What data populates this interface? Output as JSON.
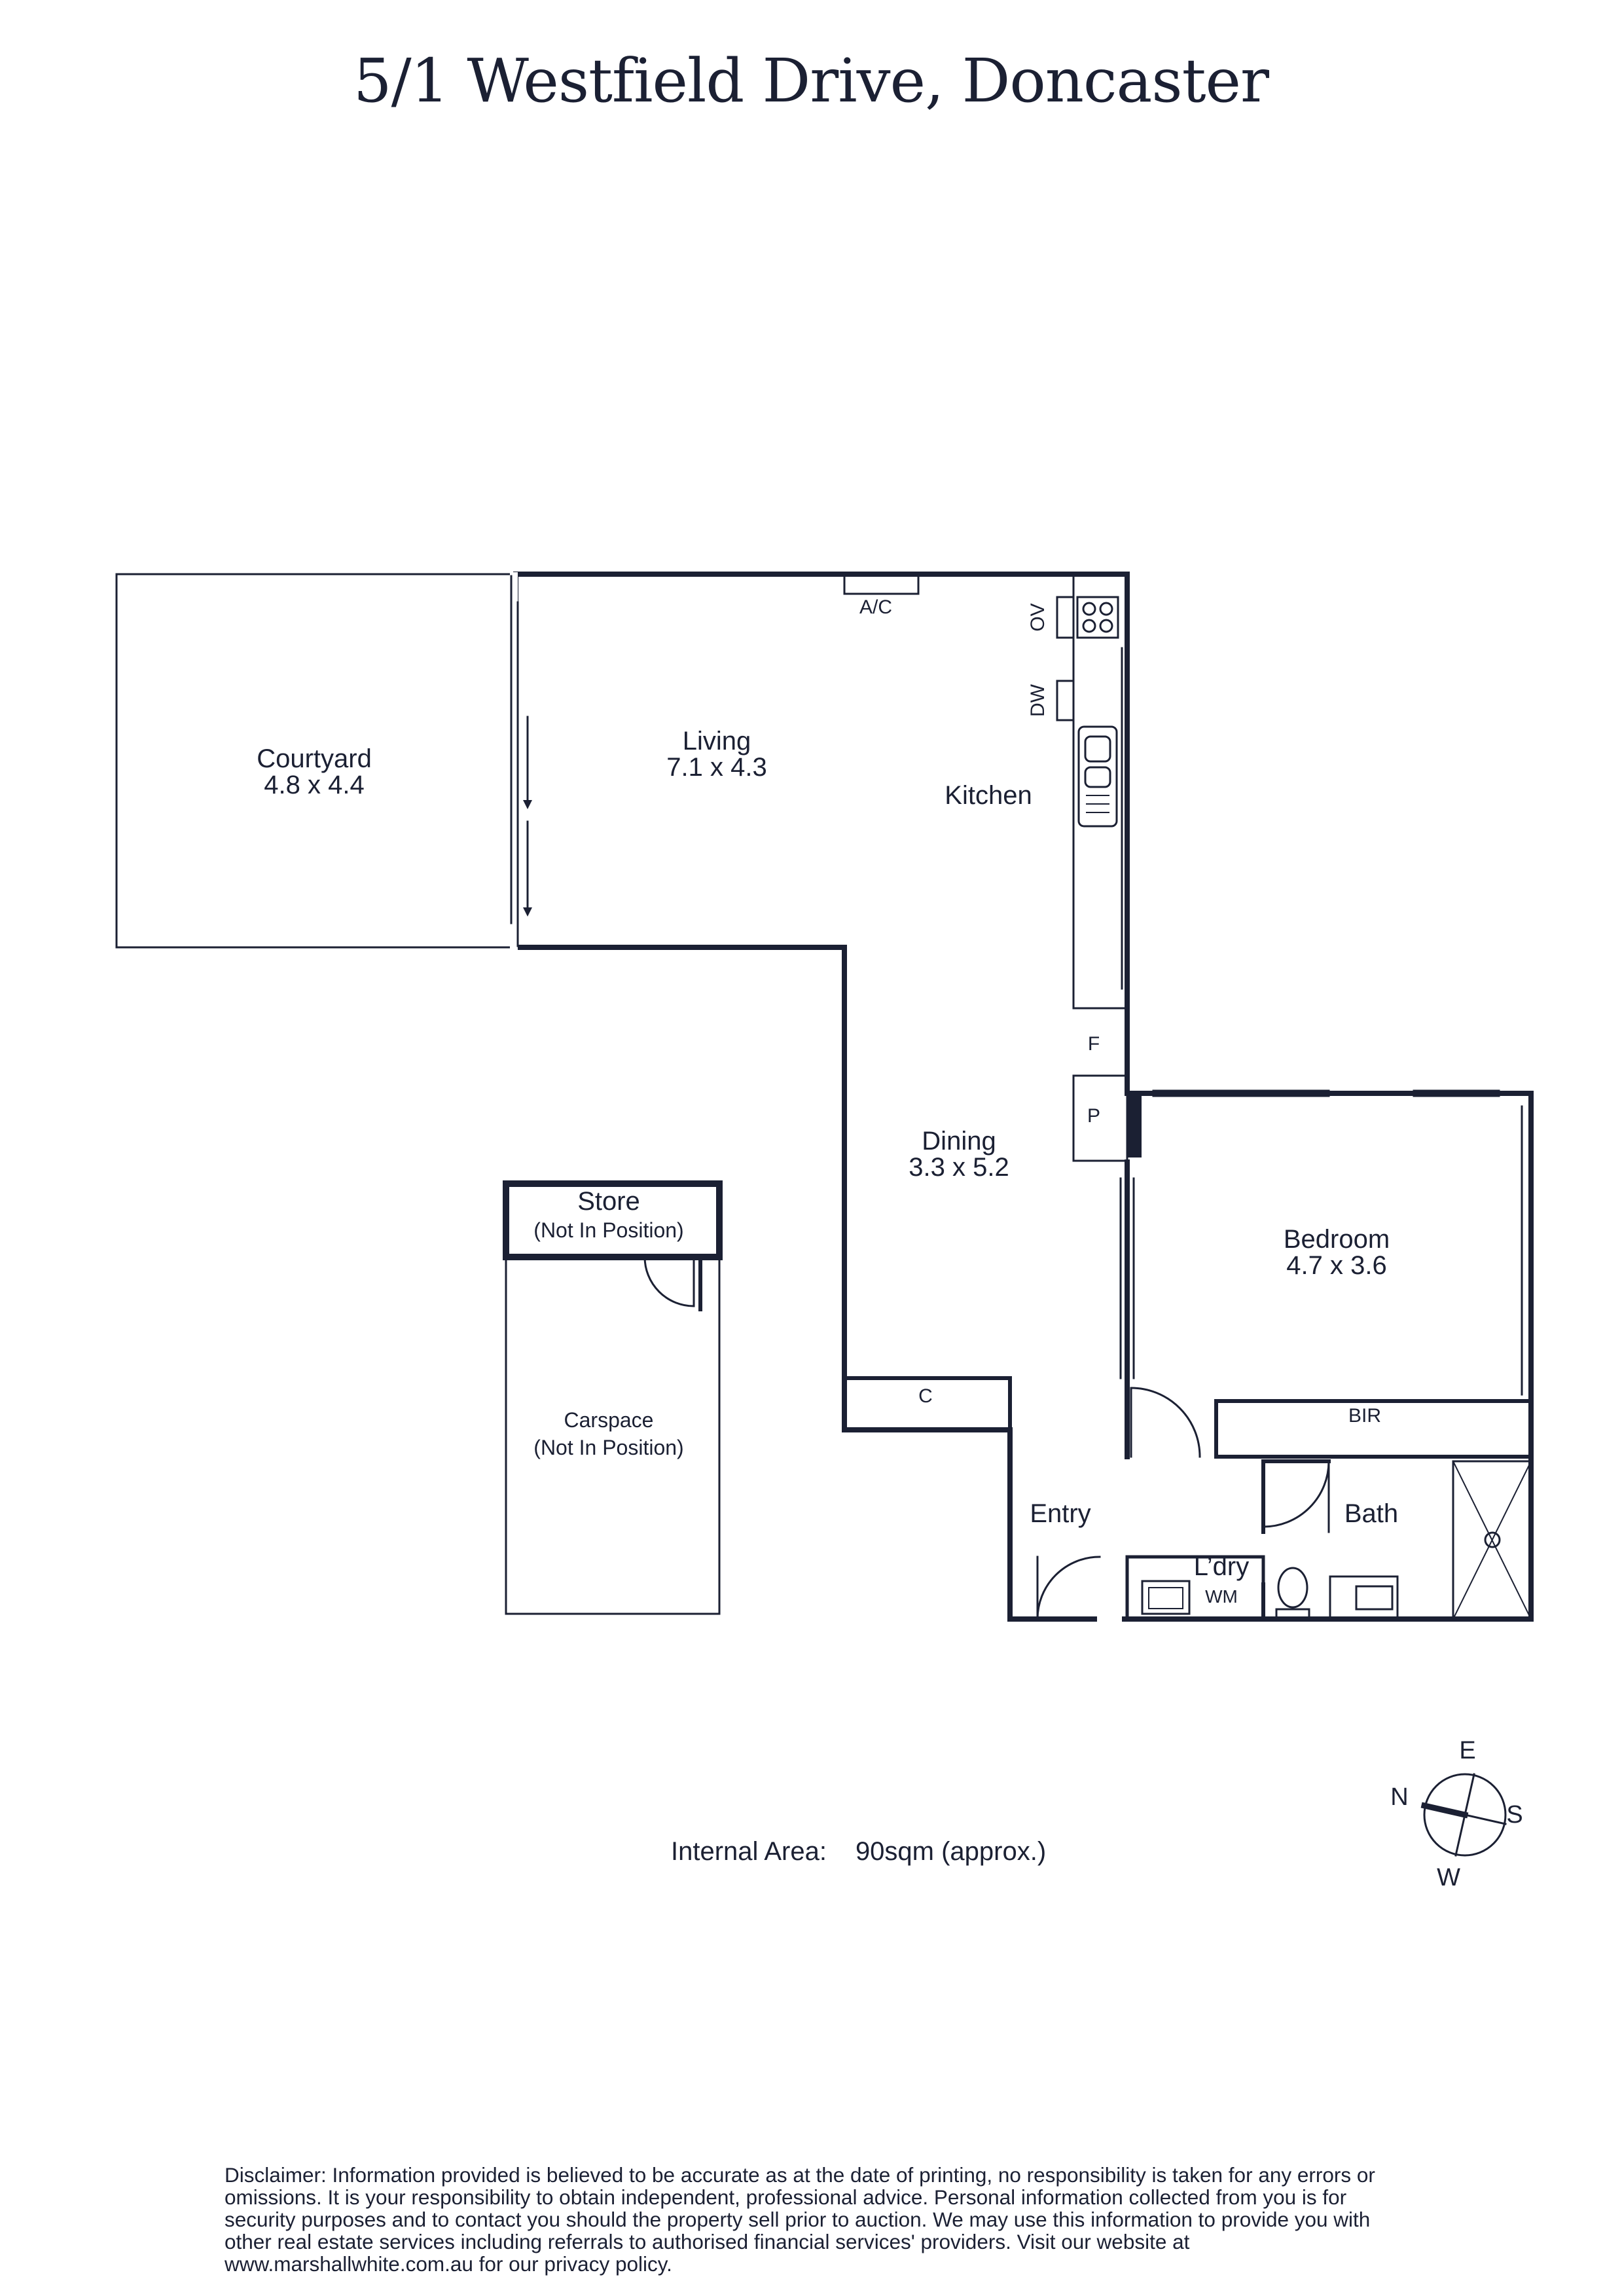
{
  "title": "5/1 Westfield Drive, Doncaster",
  "rooms": {
    "courtyard": {
      "name": "Courtyard",
      "dims": "4.8 x 4.4"
    },
    "living": {
      "name": "Living",
      "dims": "7.1 x 4.3"
    },
    "kitchen": {
      "name": "Kitchen"
    },
    "dining": {
      "name": "Dining",
      "dims": "3.3 x 5.2"
    },
    "bedroom": {
      "name": "Bedroom",
      "dims": "4.7 x 3.6"
    },
    "store": {
      "name": "Store",
      "note": "(Not In Position)"
    },
    "carspace": {
      "name": "Carspace",
      "note": "(Not In Position)"
    },
    "entry": {
      "name": "Entry"
    },
    "bath": {
      "name": "Bath"
    },
    "laundry": {
      "name": "L’dry",
      "appliance": "WM"
    }
  },
  "fixtures": {
    "ac": "A/C",
    "oven": "OV",
    "dishwasher": "DW",
    "fridge": "F",
    "pantry": "P",
    "cupboard": "C",
    "bir": "BIR"
  },
  "compass": {
    "n": "N",
    "e": "E",
    "s": "S",
    "w": "W"
  },
  "internal_area": {
    "label": "Internal Area:",
    "value": "90sqm (approx.)"
  },
  "disclaimer": "Disclaimer: Information provided is believed to be accurate as at the date of printing, no responsibility is taken for any errors or omissions. It is your responsibility to obtain independent, professional advice. Personal information collected from you is for security purposes and to contact you should the property sell prior to auction. We may use this information to provide you with other real estate services including referrals to authorised financial services' providers. Visit our website at www.marshallwhite.com.au for our privacy policy.",
  "colors": {
    "ink": "#1b2033",
    "background": "#ffffff"
  }
}
